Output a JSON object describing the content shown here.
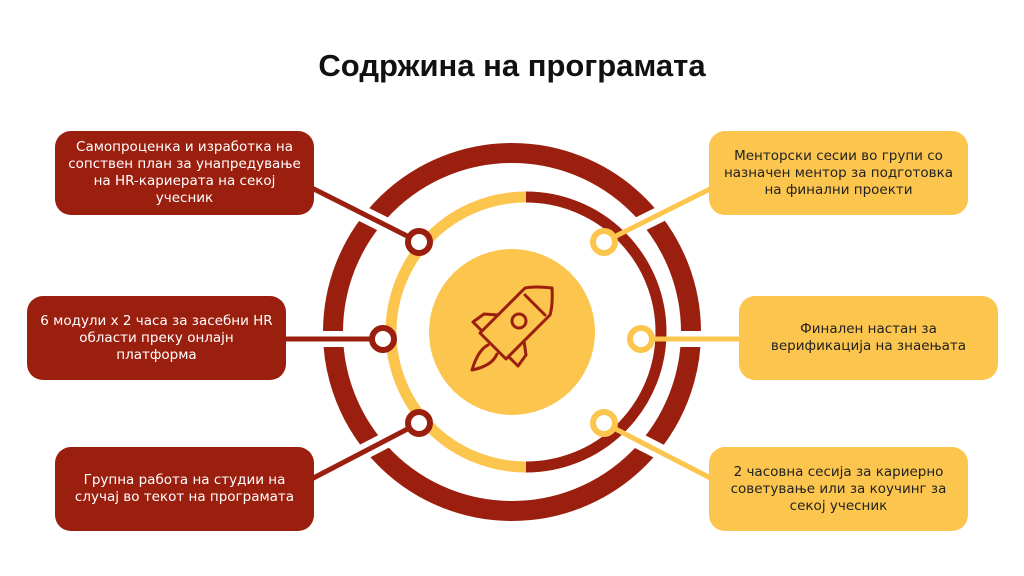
{
  "title": "Содржина на програмата",
  "colors": {
    "red": "#9B1F0E",
    "yellow": "#FCC54E"
  },
  "center_icon": "rocket-icon",
  "left_items": [
    "Самопроценка и изработка на сопствен план за унапредување на HR-кариерата на секој учесник",
    "6 модули x 2 часа за засебни HR области преку онлајн платформа",
    "Групна работа на студии на случај во текот на програмата"
  ],
  "right_items": [
    "Менторски сесии во групи со назначен ментор за подготовка на финални проекти",
    "Финален настан за верификација на знаењата",
    "2 часовна сесија за кариерно советување или за коучинг за секој учесник"
  ]
}
